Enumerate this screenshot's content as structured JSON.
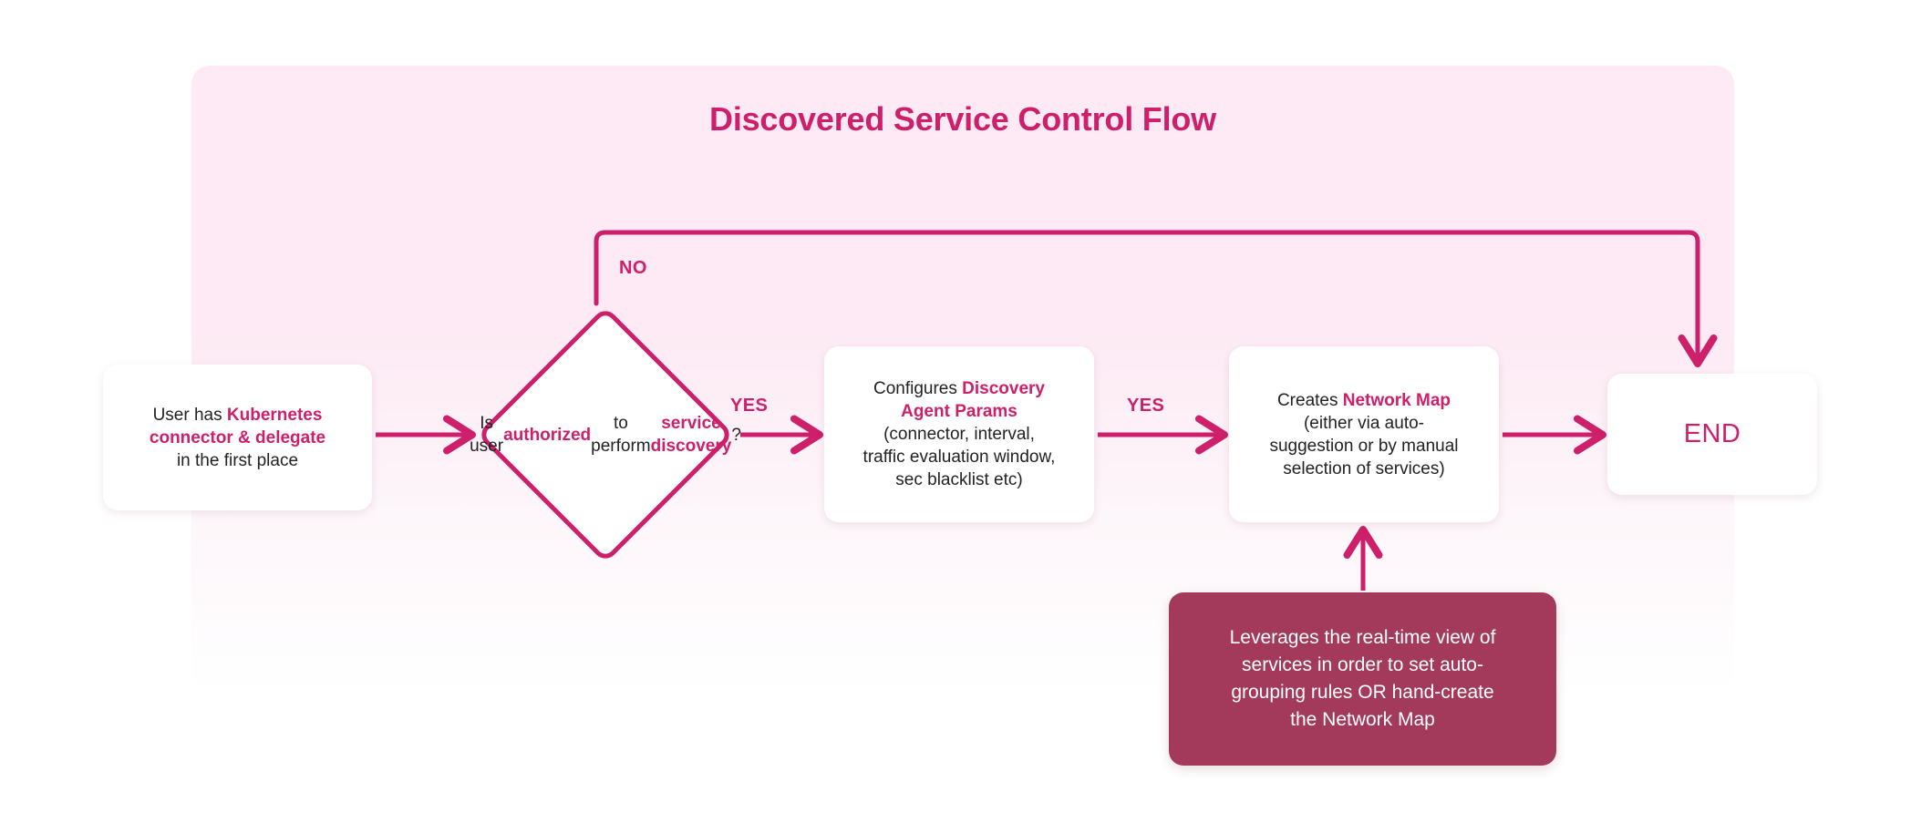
{
  "diagram": {
    "title": "Discovered Service Control Flow",
    "accent_color": "#ce1f6a",
    "panel_color": "#fdeaf4",
    "note_color": "#a33a5c",
    "text_color": "#222222"
  },
  "nodes": {
    "start": {
      "type": "process",
      "lines": [
        [
          {
            "t": "User has ",
            "hl": false
          },
          {
            "t": "Kubernetes",
            "hl": true
          }
        ],
        [
          {
            "t": "connector & delegate",
            "hl": true
          }
        ],
        [
          {
            "t": "in the first place",
            "hl": false
          }
        ]
      ],
      "plain": "User has Kubernetes connector & delegate in the first place"
    },
    "decision": {
      "type": "decision",
      "lines": [
        [
          {
            "t": "Is user",
            "hl": false
          }
        ],
        [
          {
            "t": "authorized",
            "hl": true
          }
        ],
        [
          {
            "t": "to perform",
            "hl": false
          }
        ],
        [
          {
            "t": "service discovery",
            "hl": true
          },
          {
            "t": "?",
            "hl": false
          }
        ]
      ],
      "plain": "Is user authorized to perform service discovery?"
    },
    "params": {
      "type": "process",
      "lines": [
        [
          {
            "t": "Configures ",
            "hl": false
          },
          {
            "t": "Discovery",
            "hl": true
          }
        ],
        [
          {
            "t": "Agent Params",
            "hl": true
          }
        ],
        [
          {
            "t": "(connector, interval,",
            "hl": false
          }
        ],
        [
          {
            "t": "traffic evaluation window,",
            "hl": false
          }
        ],
        [
          {
            "t": "sec blacklist etc)",
            "hl": false
          }
        ]
      ],
      "plain": "Configures Discovery Agent Params (connector, interval, traffic evaluation window, sec blacklist etc)"
    },
    "map": {
      "type": "process",
      "lines": [
        [
          {
            "t": "Creates ",
            "hl": false
          },
          {
            "t": "Network Map",
            "hl": true
          }
        ],
        [
          {
            "t": "(either via auto-",
            "hl": false
          }
        ],
        [
          {
            "t": "suggestion or by manual",
            "hl": false
          }
        ],
        [
          {
            "t": "selection of services)",
            "hl": false
          }
        ]
      ],
      "plain": "Creates Network Map (either via auto-suggestion or by manual selection of services)"
    },
    "end": {
      "type": "terminator",
      "label": "END"
    },
    "note": {
      "type": "note",
      "lines": [
        "Leverages the real-time view of",
        "services in order to set auto-",
        "grouping rules OR hand-create",
        "the Network Map"
      ],
      "plain": "Leverages the real-time view of services in order to set auto-grouping rules OR hand-create the Network Map"
    }
  },
  "edges": {
    "start_to_decision": {
      "label": ""
    },
    "decision_no": {
      "label": "NO",
      "from": "decision",
      "to": "end"
    },
    "decision_yes": {
      "label": "YES",
      "from": "decision",
      "to": "params"
    },
    "params_to_map": {
      "label": "YES",
      "from": "params",
      "to": "map"
    },
    "map_to_end": {
      "label": ""
    },
    "note_to_map": {
      "label": ""
    }
  }
}
